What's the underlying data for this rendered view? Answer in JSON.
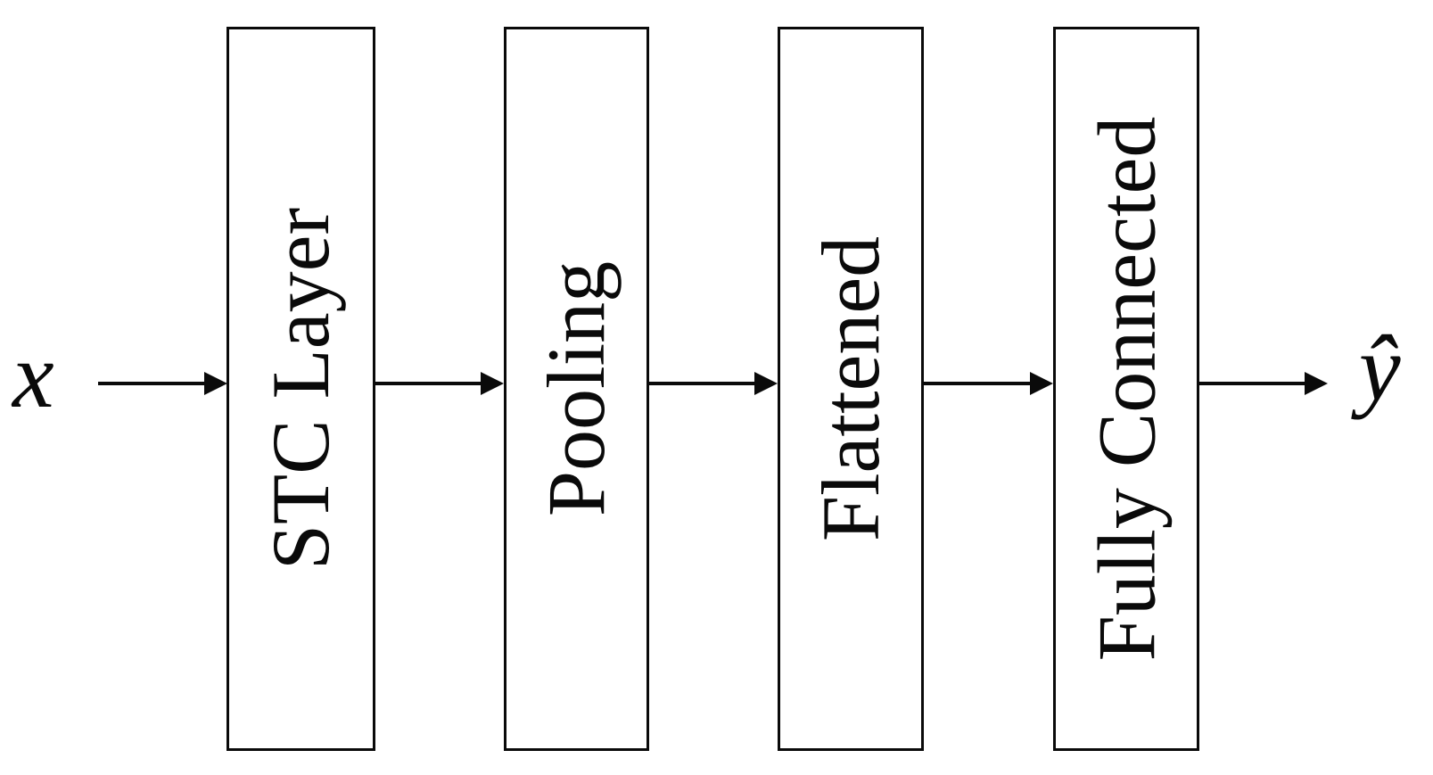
{
  "diagram": {
    "type": "flow",
    "input_label": "x",
    "output_label": "ŷ",
    "blocks": [
      {
        "label": "STC Layer"
      },
      {
        "label": "Pooling"
      },
      {
        "label": "Flattened"
      },
      {
        "label": "Fully Connected"
      }
    ],
    "connections": [
      {
        "from": "x",
        "to": "STC Layer"
      },
      {
        "from": "STC Layer",
        "to": "Pooling"
      },
      {
        "from": "Pooling",
        "to": "Flattened"
      },
      {
        "from": "Flattened",
        "to": "Fully Connected"
      },
      {
        "from": "Fully Connected",
        "to": "ŷ"
      }
    ],
    "colors": {
      "stroke": "#0a0a0a",
      "box_fill": "#ffffff",
      "background": "#ffffff"
    }
  }
}
